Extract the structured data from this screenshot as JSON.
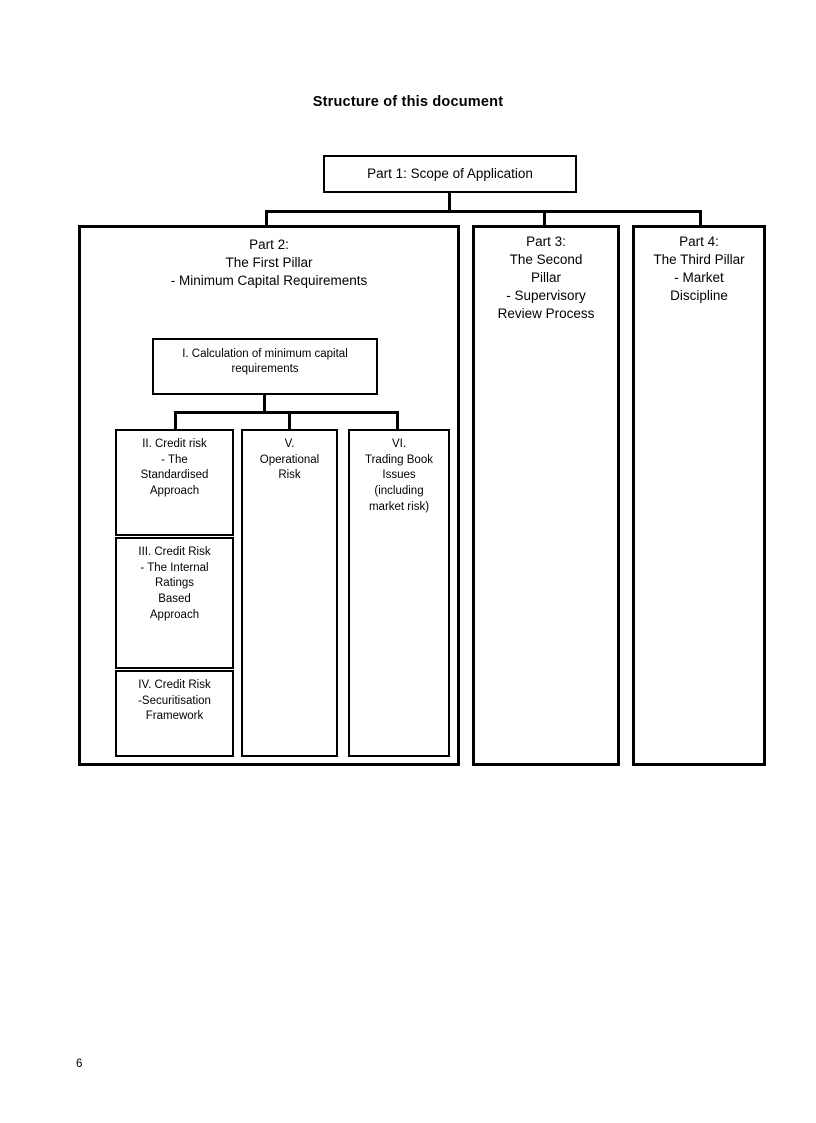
{
  "document": {
    "title": "Structure of this document",
    "page_number": "6"
  },
  "diagram": {
    "type": "hierarchy",
    "root": {
      "name": "part-1",
      "label": "Part 1: Scope of Application"
    },
    "parts": [
      {
        "name": "part-2",
        "heading": "Part 2:\nThe First Pillar\n- Minimum Capital Requirements",
        "children": [
          {
            "name": "section-i",
            "label": "I. Calculation of minimum capital\nrequirements",
            "children": [
              {
                "name": "section-ii",
                "label": "II. Credit risk\n- The\nStandardised\nApproach"
              },
              {
                "name": "section-iii",
                "label": "III. Credit Risk\n- The Internal\nRatings\nBased\nApproach"
              },
              {
                "name": "section-iv",
                "label": "IV. Credit Risk\n-Securitisation\nFramework"
              },
              {
                "name": "section-v",
                "label": "V.\nOperational\nRisk"
              },
              {
                "name": "section-vi",
                "label": "VI.\nTrading Book\nIssues\n(including\nmarket risk)"
              }
            ]
          }
        ]
      },
      {
        "name": "part-3",
        "heading": "Part 3:\nThe Second\nPillar\n- Supervisory\nReview Process"
      },
      {
        "name": "part-4",
        "heading": "Part 4:\nThe Third Pillar\n- Market\nDiscipline"
      }
    ]
  },
  "colors": {
    "page_background": "#ffffff",
    "ink": "#000000",
    "box_border": "#000000"
  }
}
